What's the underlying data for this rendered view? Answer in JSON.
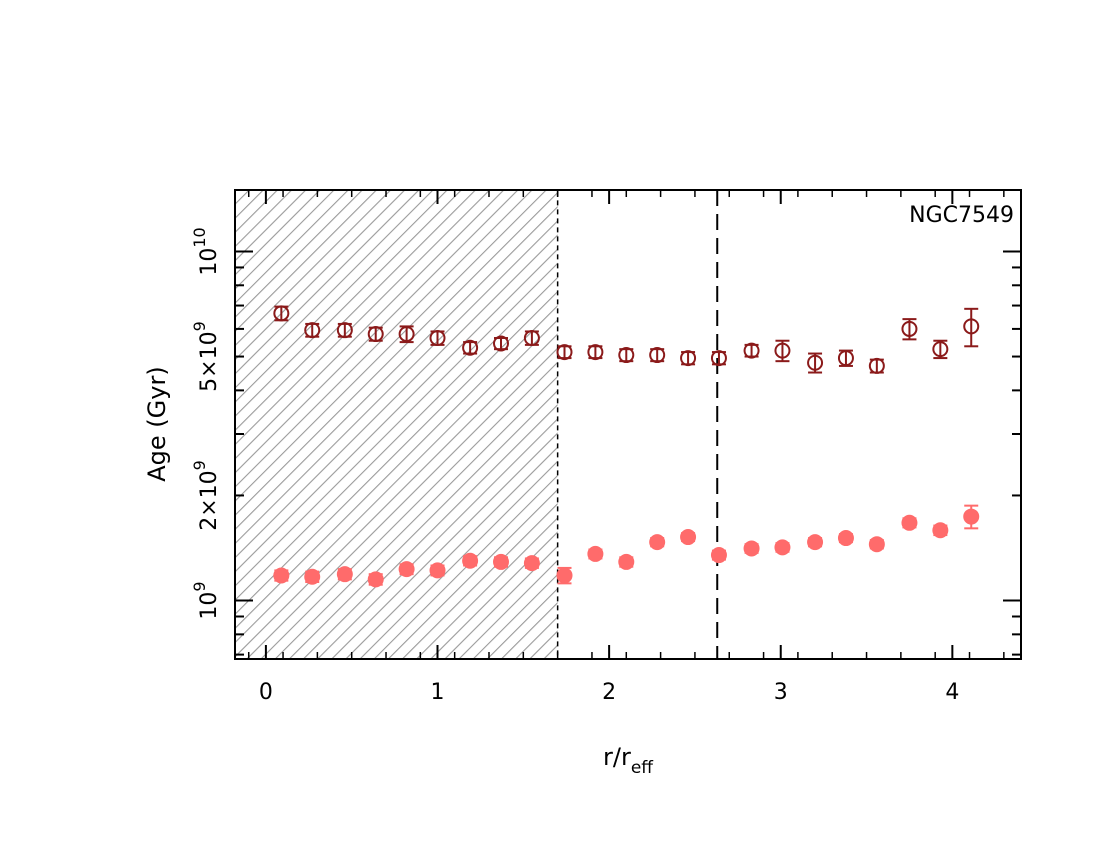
{
  "chart_data": {
    "type": "scatter",
    "title": "",
    "annotation": "NGC7549",
    "xlabel": {
      "base": "r/r",
      "sub": "eff"
    },
    "ylabel": "Age  (Gyr)",
    "xlim": [
      -0.18,
      4.4
    ],
    "ylim": [
      680000000.0,
      15000000000.0
    ],
    "yscale": "log",
    "grid": false,
    "legend": "none",
    "x_ticks": [
      0,
      1,
      2,
      3,
      4
    ],
    "x_tick_labels": [
      "0",
      "1",
      "2",
      "3",
      "4"
    ],
    "y_tick_labels": [
      {
        "value": 1000000000.0,
        "base": "10",
        "sup": "9"
      },
      {
        "value": 2000000000.0,
        "base": "2×10",
        "sup": "9"
      },
      {
        "value": 5000000000.0,
        "base": "5×10",
        "sup": "9"
      },
      {
        "value": 10000000000.0,
        "base": "10",
        "sup": "10"
      }
    ],
    "hatched_region": {
      "x0": -0.18,
      "x1": 1.7
    },
    "vertical_line_x": 2.63,
    "series": [
      {
        "marker": "open-circle",
        "color": "#8b1a1a",
        "points": [
          {
            "x": 0.09,
            "y": 6650000000.0,
            "err": 300000000.0
          },
          {
            "x": 0.27,
            "y": 5950000000.0,
            "err": 250000000.0
          },
          {
            "x": 0.46,
            "y": 5950000000.0,
            "err": 250000000.0
          },
          {
            "x": 0.64,
            "y": 5800000000.0,
            "err": 250000000.0
          },
          {
            "x": 0.82,
            "y": 5800000000.0,
            "err": 300000000.0
          },
          {
            "x": 1.0,
            "y": 5650000000.0,
            "err": 250000000.0
          },
          {
            "x": 1.19,
            "y": 5300000000.0,
            "err": 200000000.0
          },
          {
            "x": 1.37,
            "y": 5450000000.0,
            "err": 200000000.0
          },
          {
            "x": 1.55,
            "y": 5650000000.0,
            "err": 250000000.0
          },
          {
            "x": 1.74,
            "y": 5150000000.0,
            "err": 200000000.0
          },
          {
            "x": 1.92,
            "y": 5150000000.0,
            "err": 200000000.0
          },
          {
            "x": 2.1,
            "y": 5050000000.0,
            "err": 200000000.0
          },
          {
            "x": 2.28,
            "y": 5050000000.0,
            "err": 200000000.0
          },
          {
            "x": 2.46,
            "y": 4950000000.0,
            "err": 200000000.0
          },
          {
            "x": 2.64,
            "y": 4950000000.0,
            "err": 200000000.0
          },
          {
            "x": 2.83,
            "y": 5200000000.0,
            "err": 200000000.0
          },
          {
            "x": 3.01,
            "y": 5200000000.0,
            "err": 350000000.0
          },
          {
            "x": 3.2,
            "y": 4800000000.0,
            "err": 300000000.0
          },
          {
            "x": 3.38,
            "y": 4950000000.0,
            "err": 250000000.0
          },
          {
            "x": 3.56,
            "y": 4700000000.0,
            "err": 200000000.0
          },
          {
            "x": 3.75,
            "y": 6000000000.0,
            "err": 400000000.0
          },
          {
            "x": 3.93,
            "y": 5250000000.0,
            "err": 300000000.0
          },
          {
            "x": 4.11,
            "y": 6100000000.0,
            "err": 750000000.0
          }
        ]
      },
      {
        "marker": "filled-circle",
        "color": "#ff6b6b",
        "points": [
          {
            "x": 0.09,
            "y": 1180000000.0,
            "err": 40000000.0
          },
          {
            "x": 0.27,
            "y": 1170000000.0,
            "err": 40000000.0
          },
          {
            "x": 0.46,
            "y": 1190000000.0,
            "err": 40000000.0
          },
          {
            "x": 0.64,
            "y": 1150000000.0,
            "err": 40000000.0
          },
          {
            "x": 0.82,
            "y": 1230000000.0,
            "err": 40000000.0
          },
          {
            "x": 1.0,
            "y": 1220000000.0,
            "err": 40000000.0
          },
          {
            "x": 1.19,
            "y": 1300000000.0,
            "err": 40000000.0
          },
          {
            "x": 1.37,
            "y": 1290000000.0,
            "err": 40000000.0
          },
          {
            "x": 1.55,
            "y": 1280000000.0,
            "err": 40000000.0
          },
          {
            "x": 1.74,
            "y": 1180000000.0,
            "err": 60000000.0
          },
          {
            "x": 1.92,
            "y": 1360000000.0,
            "err": 40000000.0
          },
          {
            "x": 2.1,
            "y": 1290000000.0,
            "err": 40000000.0
          },
          {
            "x": 2.28,
            "y": 1470000000.0,
            "err": 40000000.0
          },
          {
            "x": 2.46,
            "y": 1520000000.0,
            "err": 40000000.0
          },
          {
            "x": 2.64,
            "y": 1350000000.0,
            "err": 40000000.0
          },
          {
            "x": 2.83,
            "y": 1410000000.0,
            "err": 40000000.0
          },
          {
            "x": 3.01,
            "y": 1420000000.0,
            "err": 40000000.0
          },
          {
            "x": 3.2,
            "y": 1470000000.0,
            "err": 40000000.0
          },
          {
            "x": 3.38,
            "y": 1510000000.0,
            "err": 40000000.0
          },
          {
            "x": 3.56,
            "y": 1450000000.0,
            "err": 40000000.0
          },
          {
            "x": 3.75,
            "y": 1670000000.0,
            "err": 50000000.0
          },
          {
            "x": 3.93,
            "y": 1590000000.0,
            "err": 50000000.0
          },
          {
            "x": 4.11,
            "y": 1740000000.0,
            "err": 130000000.0
          }
        ]
      }
    ]
  }
}
